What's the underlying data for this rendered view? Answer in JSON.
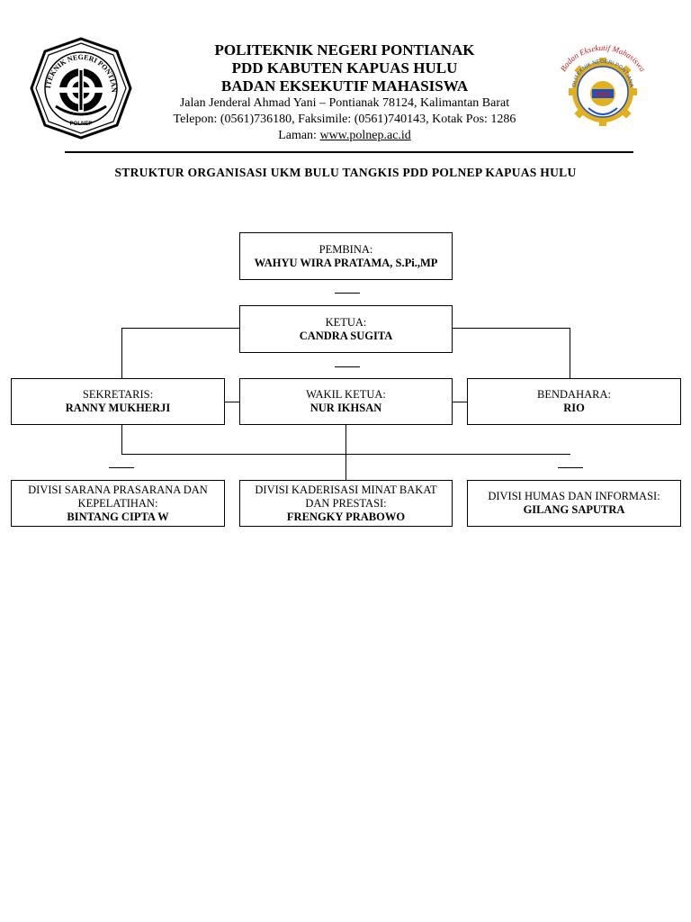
{
  "header": {
    "line1": "POLITEKNIK NEGERI PONTIANAK",
    "line2": "PDD KABUTEN KAPUAS HULU",
    "line3": "BADAN EKSEKUTIF MAHASISWA",
    "address": "Jalan Jenderal Ahmad Yani – Pontianak 78124, Kalimantan Barat",
    "contact": "Telepon: (0561)736180, Faksimile: (0561)740143, Kotak Pos: 1286",
    "web_label": "Laman: ",
    "web_url": "www.polnep.ac.id"
  },
  "logos": {
    "left_text_top": "POLITEKNIK NEGERI PONTIANAK",
    "left_text_bottom": "POLNEP",
    "right_text_top": "Badan Eksekutif Mahasiswa",
    "right_text_ring": "POLITEKNIK NEGERI PONTIANAK",
    "right_text_center": "BEM"
  },
  "document_title": "STRUKTUR ORGANISASI UKM BULU TANGKIS PDD POLNEP KAPUAS HULU",
  "org": {
    "pembina": {
      "role": "PEMBINA:",
      "name": "WAHYU WIRA PRATAMA, S.Pi.,MP"
    },
    "ketua": {
      "role": "KETUA:",
      "name": "CANDRA SUGITA"
    },
    "sekretaris": {
      "role": "SEKRETARIS:",
      "name": "RANNY MUKHERJI"
    },
    "wakil": {
      "role": "WAKIL KETUA:",
      "name": "NUR IKHSAN"
    },
    "bendahara": {
      "role": "BENDAHARA:",
      "name": "RIO"
    },
    "div1": {
      "role_line1": "DIVISI SARANA PRASARANA DAN",
      "role_line2": "KEPELATIHAN:",
      "name": "BINTANG CIPTA W"
    },
    "div2": {
      "role_line1": "DIVISI KADERISASI MINAT BAKAT",
      "role_line2": "DAN PRESTASI:",
      "name": "FRENGKY PRABOWO"
    },
    "div3": {
      "role_line1": "DIVISI HUMAS DAN INFORMASI:",
      "name": "GILANG SAPUTRA"
    }
  },
  "colors": {
    "logo_right_gold": "#e0b020",
    "logo_right_blue": "#2050c0",
    "logo_right_red": "#c02020"
  }
}
